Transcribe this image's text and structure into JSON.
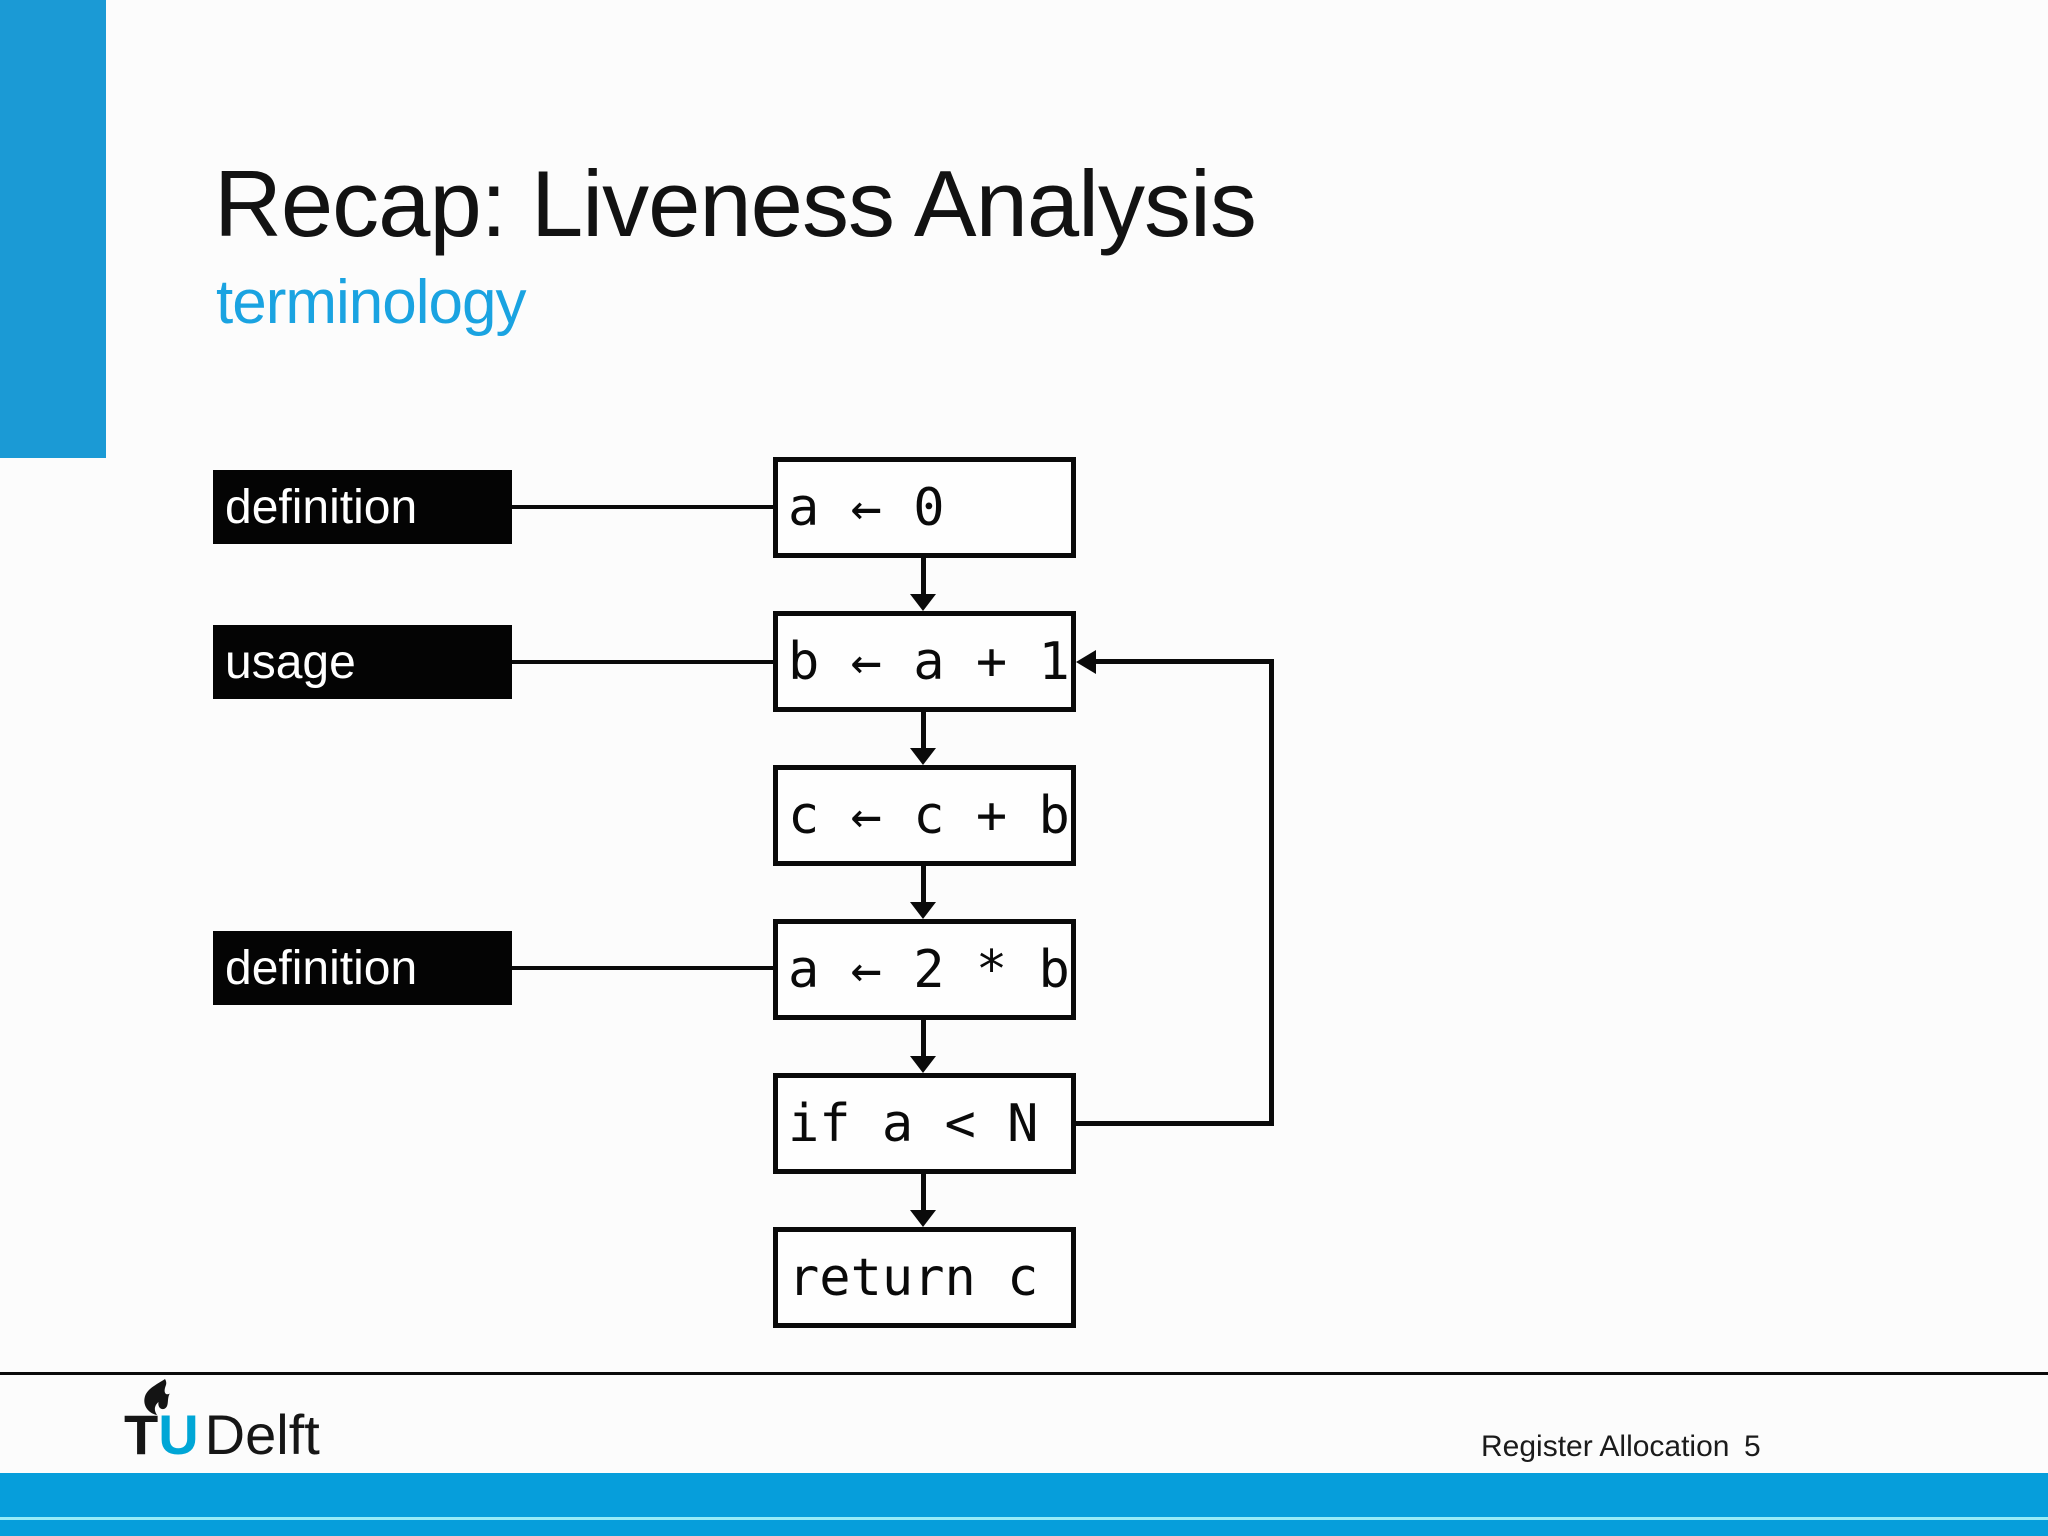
{
  "slide": {
    "title": "Recap: Liveness Analysis",
    "subtitle": "terminology",
    "accent_color": "#1b9ad5",
    "background": "#fcfcfc"
  },
  "annotations": {
    "items": [
      {
        "label": "definition",
        "points_to_node": 0
      },
      {
        "label": "usage",
        "points_to_node": 1
      },
      {
        "label": "definition",
        "points_to_node": 3
      }
    ],
    "style": {
      "bg": "#040404",
      "text_color": "#ffffff"
    }
  },
  "flowchart": {
    "nodes": [
      {
        "id": 0,
        "text": "a ← 0"
      },
      {
        "id": 1,
        "text": "b ← a + 1"
      },
      {
        "id": 2,
        "text": "c ← c + b"
      },
      {
        "id": 3,
        "text": "a ← 2 * b"
      },
      {
        "id": 4,
        "text": "if a < N"
      },
      {
        "id": 5,
        "text": "return c"
      }
    ],
    "edges": [
      {
        "from": 0,
        "to": 1,
        "type": "down"
      },
      {
        "from": 1,
        "to": 2,
        "type": "down"
      },
      {
        "from": 2,
        "to": 3,
        "type": "down"
      },
      {
        "from": 3,
        "to": 4,
        "type": "down"
      },
      {
        "from": 4,
        "to": 5,
        "type": "down"
      },
      {
        "from": 4,
        "to": 1,
        "type": "loop-back"
      }
    ]
  },
  "footer": {
    "logo": {
      "t": "T",
      "u": "U",
      "name": "Delft",
      "u_color": "#00a6d6"
    },
    "course": "Register Allocation",
    "page": "5",
    "bar_color": "#069edb"
  }
}
